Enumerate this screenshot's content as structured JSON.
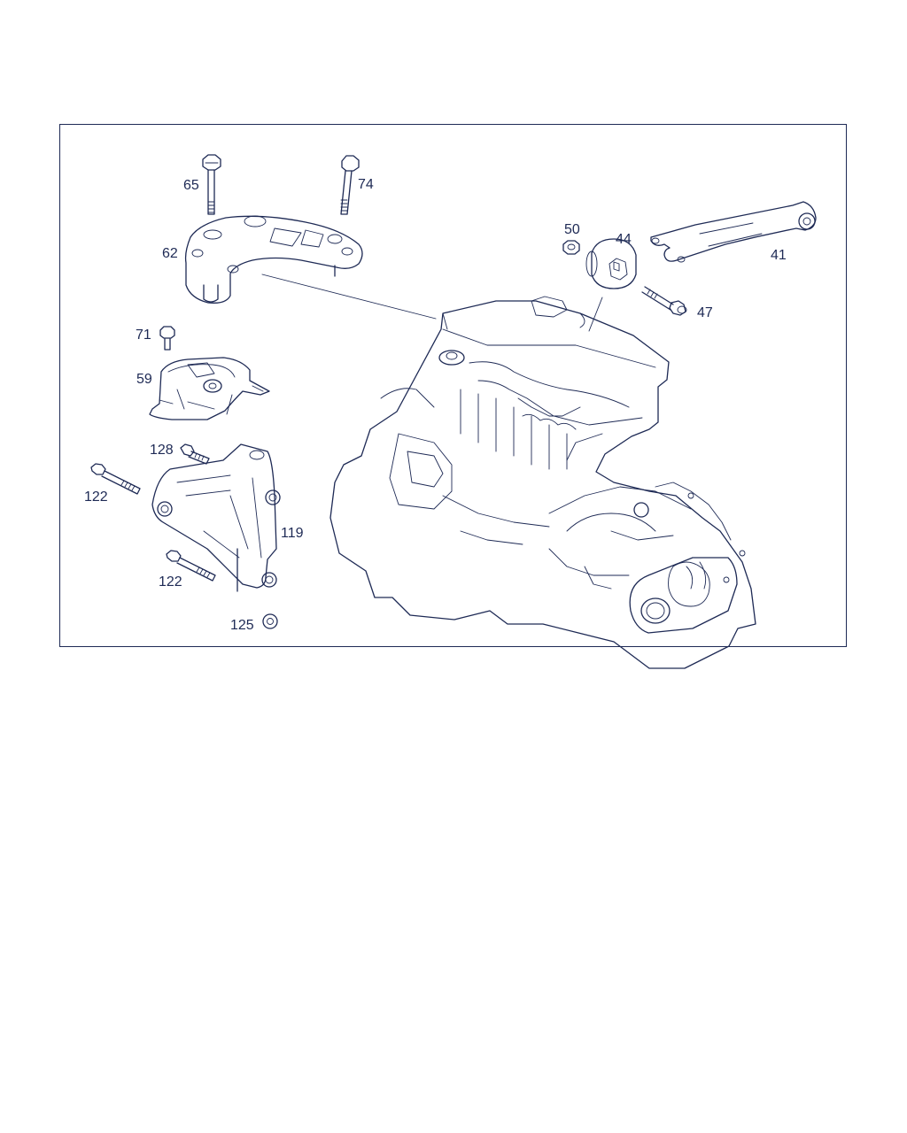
{
  "colors": {
    "ink": "#1e2a55",
    "background": "#ffffff"
  },
  "callouts": [
    {
      "id": "65",
      "label": "65"
    },
    {
      "id": "74",
      "label": "74"
    },
    {
      "id": "62",
      "label": "62"
    },
    {
      "id": "50",
      "label": "50"
    },
    {
      "id": "44",
      "label": "44"
    },
    {
      "id": "41",
      "label": "41"
    },
    {
      "id": "47",
      "label": "47"
    },
    {
      "id": "71",
      "label": "71"
    },
    {
      "id": "59",
      "label": "59"
    },
    {
      "id": "128",
      "label": "128"
    },
    {
      "id": "122a",
      "label": "122"
    },
    {
      "id": "119",
      "label": "119"
    },
    {
      "id": "122b",
      "label": "122"
    },
    {
      "id": "125",
      "label": "125"
    }
  ]
}
